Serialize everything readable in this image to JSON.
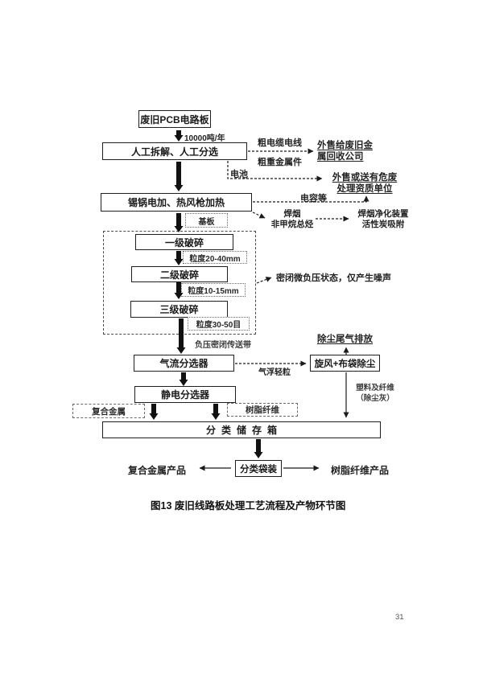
{
  "page": {
    "number": "31",
    "caption": "图13 废旧线路板处理工艺流程及产物环节图"
  },
  "nodes": {
    "pcb": "废旧PCB电路板",
    "manual": "人工拆解、人工分选",
    "heating": "锡锅电加、热风枪加热",
    "substrate": "基板",
    "crush1": "一级破碎",
    "size1": "粒度20-40mm",
    "crush2": "二级破碎",
    "size2": "粒度10-15mm",
    "crush3": "三级破碎",
    "size3": "粒度30-50目",
    "airflow": "气流分选器",
    "cyclone": "旋风+布袋除尘",
    "electrostatic": "静电分选器",
    "metal": "复合金属",
    "resin": "树脂纤维",
    "storage": "分类储存箱",
    "bagging": "分类袋装"
  },
  "labels": {
    "throughput": "10000吨/年",
    "cable": "粗电缆电线",
    "heavy_metal": "粗重金属件",
    "battery": "电池",
    "capacitor": "电容等",
    "fume": "焊烟\n非甲烷总烃",
    "purify": "焊烟净化装置\n活性炭吸附",
    "sell_metal": "外售给废旧金\n属回收公司",
    "sell_hazard": "外售或送有危废\n处理资质单位",
    "noise": "密闭微负压状态，仅产生噪声",
    "conveyor": "负压密闭传送带",
    "light_particles": "气浮轻粒",
    "exhaust": "除尘尾气排放",
    "dust": "塑料及纤维\n（除尘灰）",
    "metal_product": "复合金属产品",
    "resin_product": "树脂纤维产品"
  }
}
